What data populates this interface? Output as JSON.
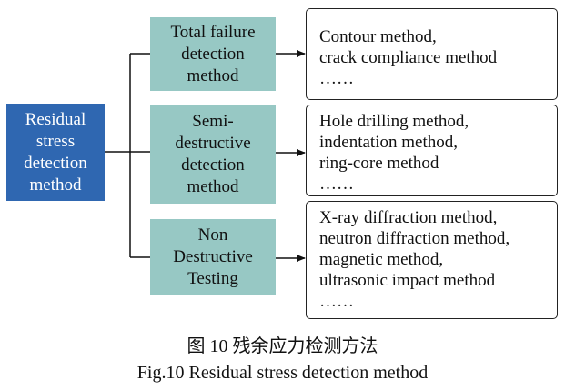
{
  "root": {
    "label": "Residual\nstress\ndetection\nmethod"
  },
  "categories": [
    {
      "label": "Total failure\ndetection\nmethod",
      "methods": "Contour method,\ncrack compliance method\n……"
    },
    {
      "label": "Semi-\ndestructive\ndetection\nmethod",
      "methods": "Hole drilling method,\nindentation method,\nring-core method\n……"
    },
    {
      "label": "Non\nDestructive\nTesting",
      "methods": "X-ray diffraction method,\nneutron diffraction method,\nmagnetic method,\nultrasonic impact method\n……"
    }
  ],
  "caption": {
    "chinese": "图 10  残余应力检测方法",
    "english": "Fig.10 Residual stress detection method"
  },
  "colors": {
    "root_fill": "#2f67b1",
    "category_fill": "#97c8c4",
    "line": "#111111"
  }
}
